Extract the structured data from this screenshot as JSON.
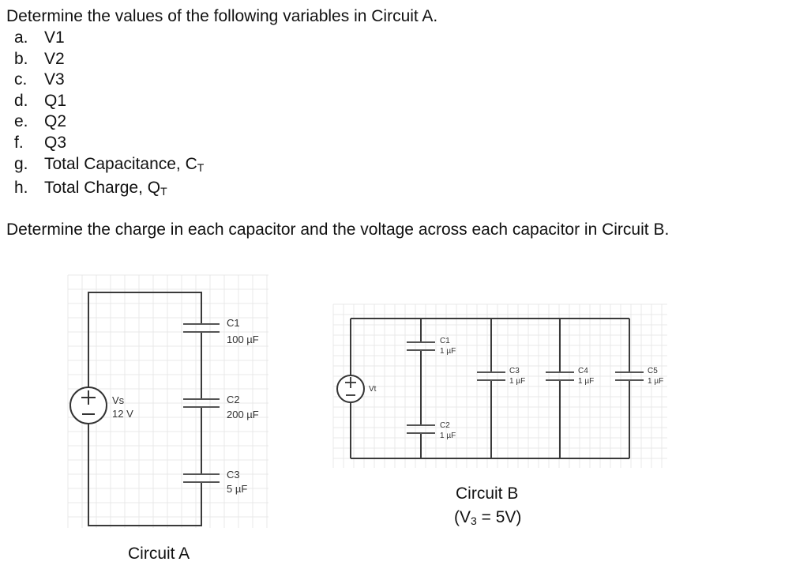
{
  "question_a": "Determine the values of the following variables in Circuit A.",
  "items": [
    {
      "marker": "a.",
      "text": "V1"
    },
    {
      "marker": "b.",
      "text": "V2"
    },
    {
      "marker": "c.",
      "text": "V3"
    },
    {
      "marker": "d.",
      "text": "Q1"
    },
    {
      "marker": "e.",
      "text": "Q2"
    },
    {
      "marker": "f.",
      "text": "Q3"
    },
    {
      "marker": "g.",
      "text": "Total Capacitance, C",
      "sub": "T"
    },
    {
      "marker": "h.",
      "text": "Total Charge, Q",
      "sub": "T"
    }
  ],
  "question_b": "Determine the charge in each capacitor and the voltage across each capacitor in Circuit B.",
  "circuit_a": {
    "caption": "Circuit A",
    "source": {
      "name": "Vs",
      "value": "12 V"
    },
    "capacitors": [
      {
        "name": "C1",
        "value": "100 µF"
      },
      {
        "name": "C2",
        "value": "200 µF"
      },
      {
        "name": "C3",
        "value": "5 µF"
      }
    ]
  },
  "circuit_b": {
    "caption": "Circuit B",
    "given_prefix": "(V",
    "given_sub": "3",
    "given_suffix": " = 5V)",
    "source": {
      "name": "Vt"
    },
    "capacitors": [
      {
        "name": "C1",
        "value": "1 µF"
      },
      {
        "name": "C2",
        "value": "1 µF"
      },
      {
        "name": "C3",
        "value": "1 µF"
      },
      {
        "name": "C4",
        "value": "1 µF"
      },
      {
        "name": "C5",
        "value": "1 µF"
      }
    ]
  },
  "colors": {
    "wire": "#3a3a3a",
    "grid": "#e9e9e9",
    "text": "#111111"
  }
}
